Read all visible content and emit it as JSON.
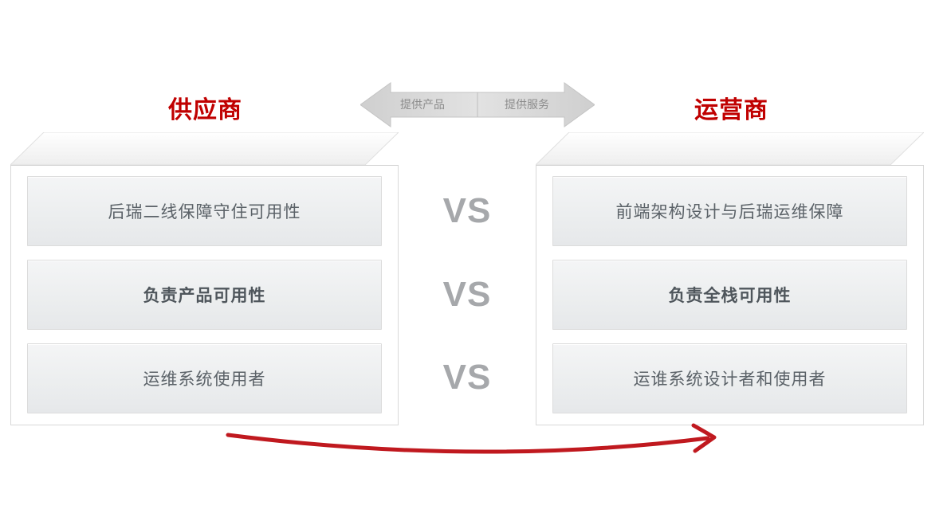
{
  "slide": {
    "background_color": "#ffffff",
    "accent_color": "#c00000",
    "muted_color": "#a6a8ab"
  },
  "left_column": {
    "title": "供应商",
    "rows": [
      {
        "text": "后瑞二线保障守住可用性",
        "bold": false
      },
      {
        "text": "负责产品可用性",
        "bold": true
      },
      {
        "text": "运维系统使用者",
        "bold": false
      }
    ]
  },
  "right_column": {
    "title": "运营商",
    "rows": [
      {
        "text": "前端架构设计与后瑞运维保障",
        "bold": false
      },
      {
        "text": "负责全栈可用性",
        "bold": true
      },
      {
        "text": "运谁系统设计者和使用者",
        "bold": false
      }
    ]
  },
  "center": {
    "vs_labels": [
      "VS",
      "VS",
      "VS"
    ]
  },
  "top_arrow": {
    "left_caption": "提供产品",
    "right_caption": "提供服务",
    "fill_color": "#d9d9d9",
    "stroke_color": "#bfbfbf",
    "direction": "double"
  },
  "bottom_arrow": {
    "color": "#c00000",
    "direction": "right"
  }
}
